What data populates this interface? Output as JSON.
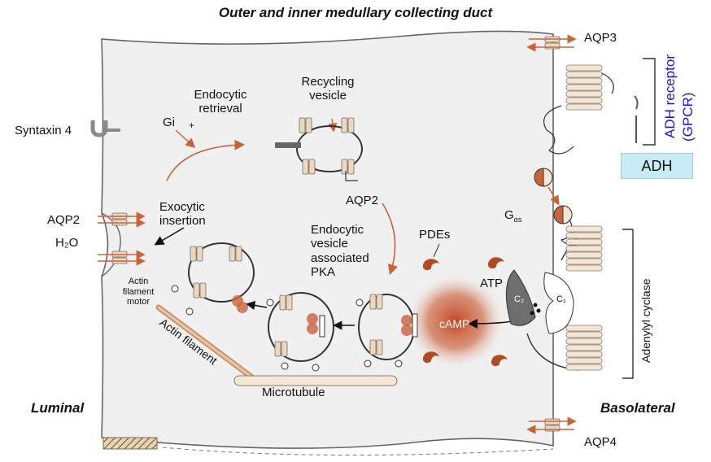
{
  "title": "Outer and inner medullary collecting duct",
  "sides": {
    "luminal": "Luminal",
    "basolateral": "Basolateral"
  },
  "labels": {
    "syntaxin4": "Syntaxin 4",
    "gi": "Gi",
    "plus": "+",
    "endocytic_retrieval": [
      "Endocytic",
      "retrieval"
    ],
    "recycling_vesicle": [
      "Recycling",
      "vesicle"
    ],
    "aqp2_vesicle": "AQP2",
    "exocytic_insertion": [
      "Exocytic",
      "insertion"
    ],
    "aqp2_luminal": "AQP2",
    "h2o": "H₂O",
    "actin_motor": [
      "Actin",
      "filament",
      "motor"
    ],
    "endocytic_vesicle_pka": [
      "Endocytic",
      "vesicle",
      "associated",
      "PKA"
    ],
    "pdes": "PDEs",
    "atp": "ATP",
    "camp": "cAMP",
    "c2": "C₂",
    "c1": "C₁",
    "g_as": "G",
    "g_as_sub": "αs",
    "actin_filament": "Actin filament",
    "microtubule": "Microtubule",
    "aqp3": "AQP3",
    "aqp4": "AQP4",
    "adenylyl_cyclase": "Adenylyl cyclase",
    "adh_receptor": [
      "ADH receptor",
      "(GPCR)"
    ],
    "adh": "ADH"
  },
  "colors": {
    "cell_fill": "#f0f0f0",
    "outline": "#666666",
    "arrow_orange": "#c8643c",
    "pde": "#b04a22",
    "camp_glow": "#c0401c",
    "annotation_blue": "#1a14e0",
    "adh_box": "#c8ebf5",
    "channel": "#ead8c2"
  },
  "icons": [
    "syntaxin-icon",
    "aquaporin-channel-icon",
    "pde-icon",
    "g-protein-icon",
    "adenylyl-cyclase-icon",
    "pka-icon"
  ]
}
